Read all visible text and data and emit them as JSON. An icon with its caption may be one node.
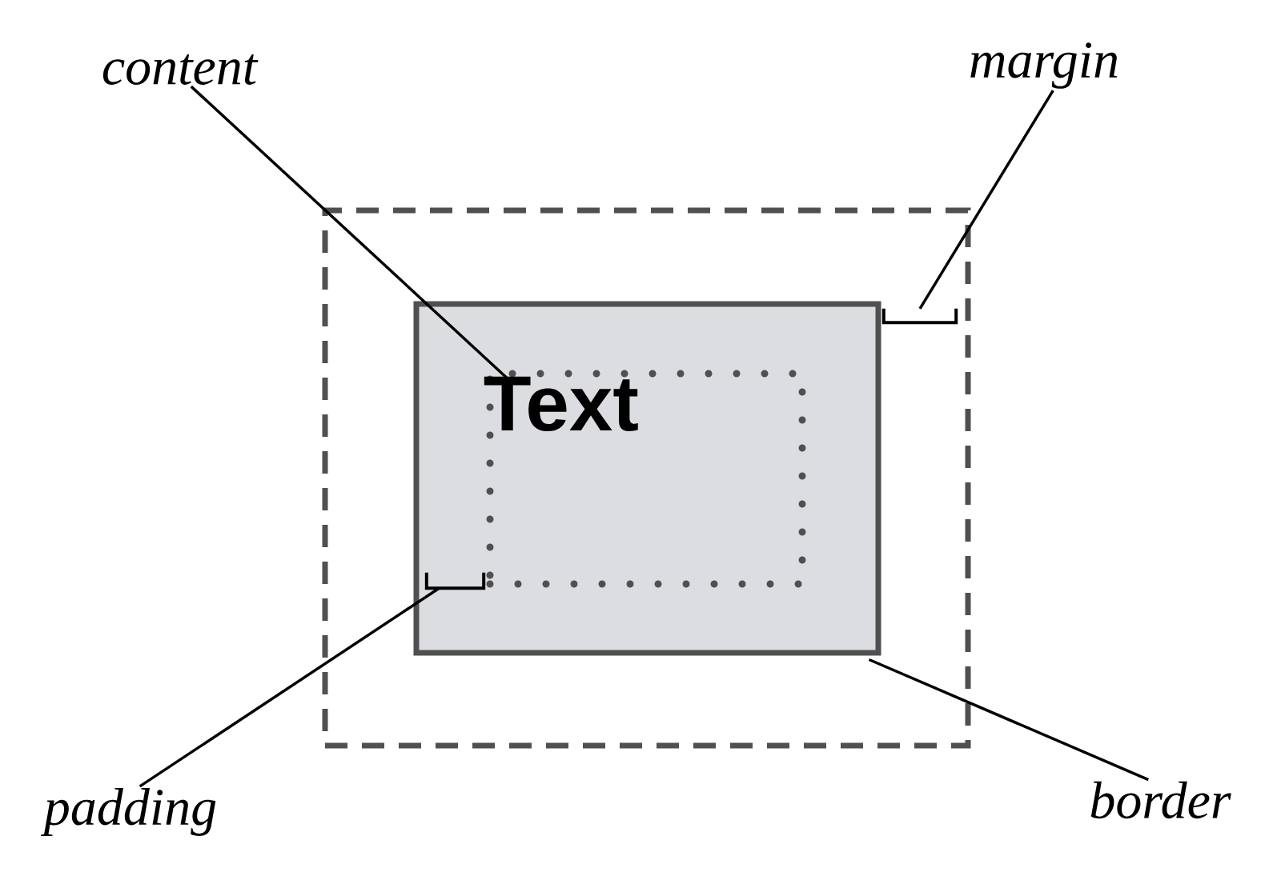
{
  "diagram": {
    "nodes": [
      {
        "text": [
          "content"
        ]
      },
      {
        "text": [
          "margin"
        ]
      },
      {
        "text": [],
        "shape": "box"
      },
      {
        "text": [],
        "shape": "box",
        "in": 2
      },
      {
        "text": [],
        "shape": "bracket",
        "in": 2
      },
      {
        "text": [
          "Text"
        ],
        "in": 3
      },
      {
        "text": [],
        "shape": "bracket",
        "in": 3
      },
      {
        "text": [
          "padding"
        ]
      },
      {
        "text": [
          "border"
        ]
      }
    ],
    "edges": [
      {
        "from": 0,
        "to": 5,
        "arrow": "none"
      },
      {
        "from": 1,
        "to": 4,
        "arrow": "none"
      },
      {
        "from": 7,
        "to": 6,
        "arrow": "none"
      },
      {
        "from": 8,
        "to": 3,
        "arrow": "none"
      }
    ]
  }
}
